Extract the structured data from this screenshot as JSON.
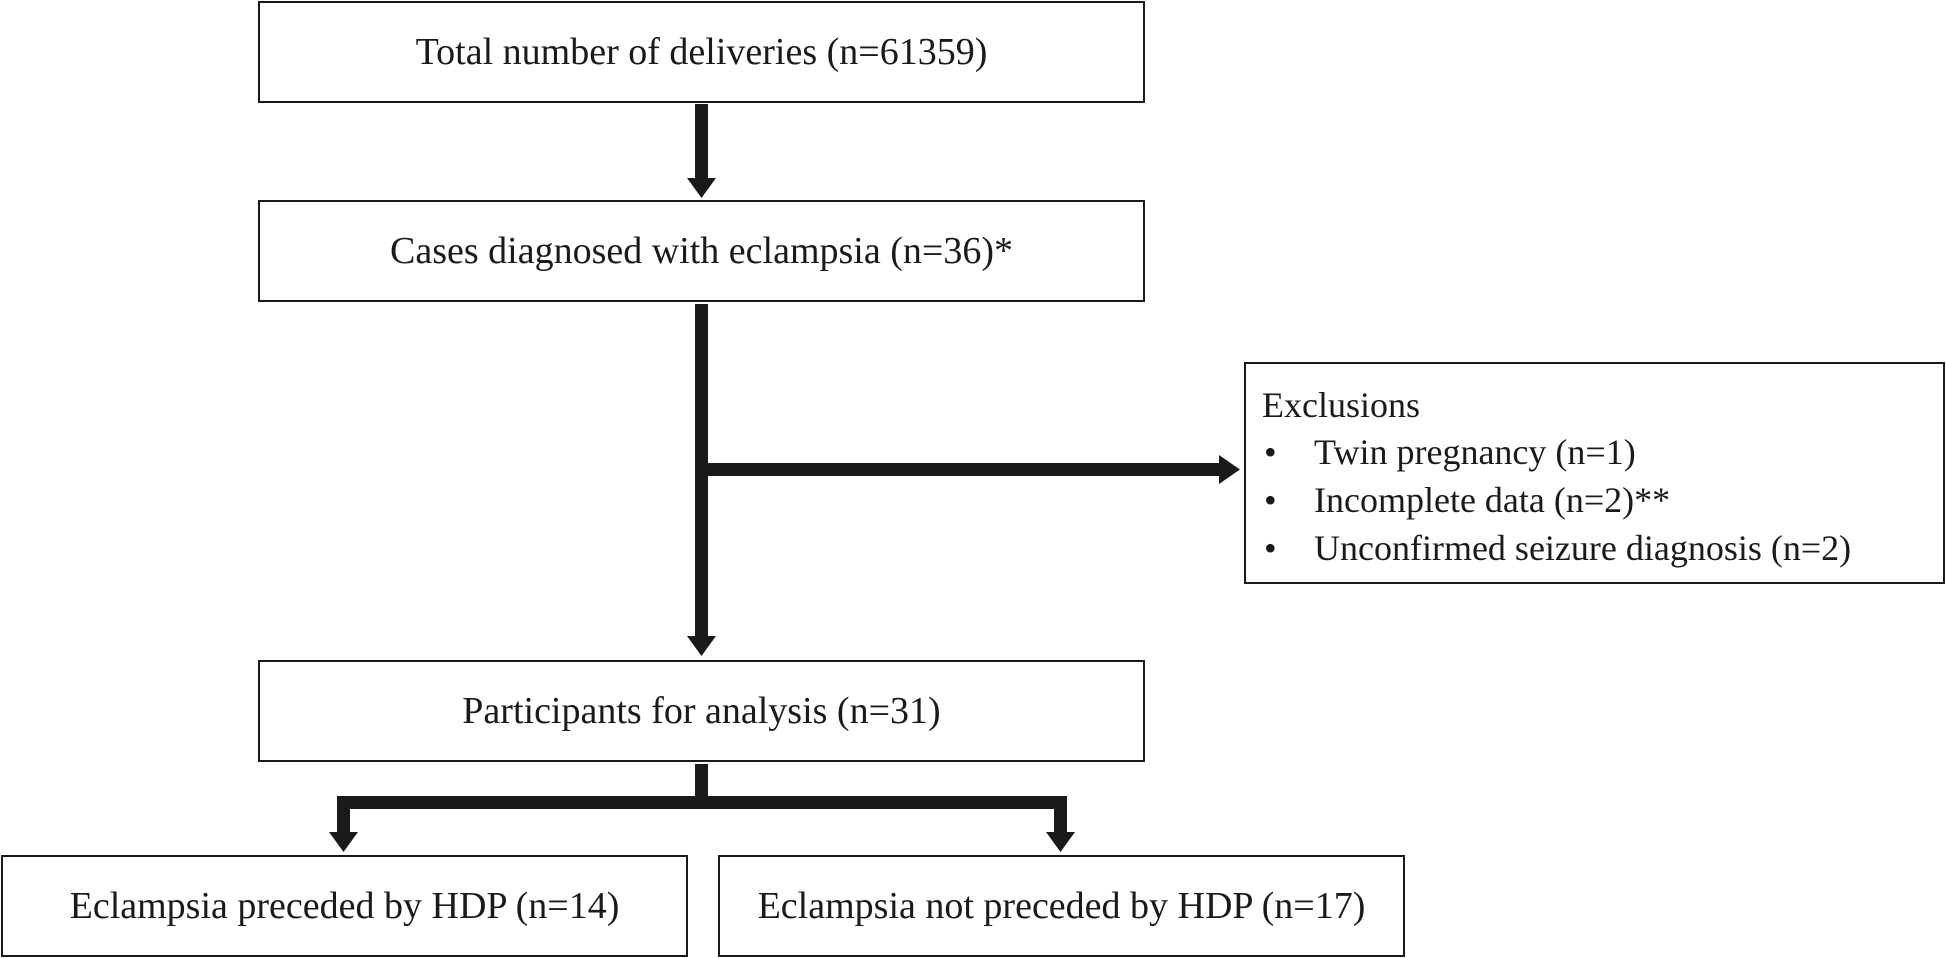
{
  "diagram": {
    "total_deliveries": "Total number of deliveries (n=61359)",
    "eclampsia_cases": "Cases diagnosed with eclampsia (n=36)*",
    "exclusions": {
      "heading": "Exclusions",
      "bullet": "•",
      "items": [
        "Twin pregnancy (n=1)",
        "Incomplete data (n=2)**",
        "Unconfirmed seizure diagnosis (n=2)"
      ]
    },
    "participants": "Participants for analysis (n=31)",
    "preceded_by_hdp": "Eclampsia preceded by HDP (n=14)",
    "not_preceded_by_hdp": "Eclampsia not preceded by HDP (n=17)"
  },
  "colors": {
    "line": "#1a1a1a",
    "box_border": "#1a1a1a",
    "background": "#ffffff"
  }
}
